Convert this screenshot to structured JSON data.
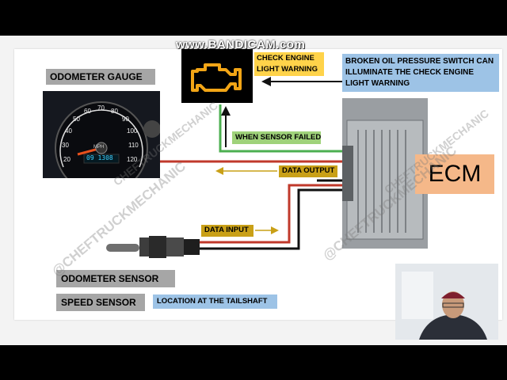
{
  "recorder_watermark": "www.BANDICAM.com",
  "labels": {
    "odometer_gauge": "ODOMETER GAUGE",
    "check_engine": "CHECK ENGINE LIGHT WARNING",
    "oil_note": "BROKEN OIL PRESSURE SWITCH CAN ILLUMINATE THE CHECK ENGINE LIGHT WARNING",
    "when_sensor_failed": "WHEN SENSOR FAILED",
    "data_output": "DATA OUTPUT",
    "data_input": "DATA INPUT",
    "ecm": "ECM",
    "odometer_sensor": "ODOMETER SENSOR",
    "speed_sensor": "SPEED SENSOR",
    "location": "LOCATION AT THE TAILSHAFT"
  },
  "gauge": {
    "odometer_reading": "09 1308",
    "unit": "MPH",
    "ticks": [
      "20",
      "30",
      "40",
      "50",
      "60",
      "70",
      "80",
      "90",
      "100",
      "110",
      "120"
    ]
  },
  "watermarks": {
    "w1": "@CHEFTRUCKMECHANIC",
    "w2": "@CHEFTRUCKMECHANIC",
    "w3": "CHEFTRUCKMECHANIC",
    "w4": "CHEFTRUCKMECHANIC"
  },
  "colors": {
    "wire_red": "#c0392b",
    "wire_black": "#111111",
    "wire_green": "#4caf50",
    "arrow_gold": "#c9a017",
    "cel_icon": "#f2a516"
  }
}
